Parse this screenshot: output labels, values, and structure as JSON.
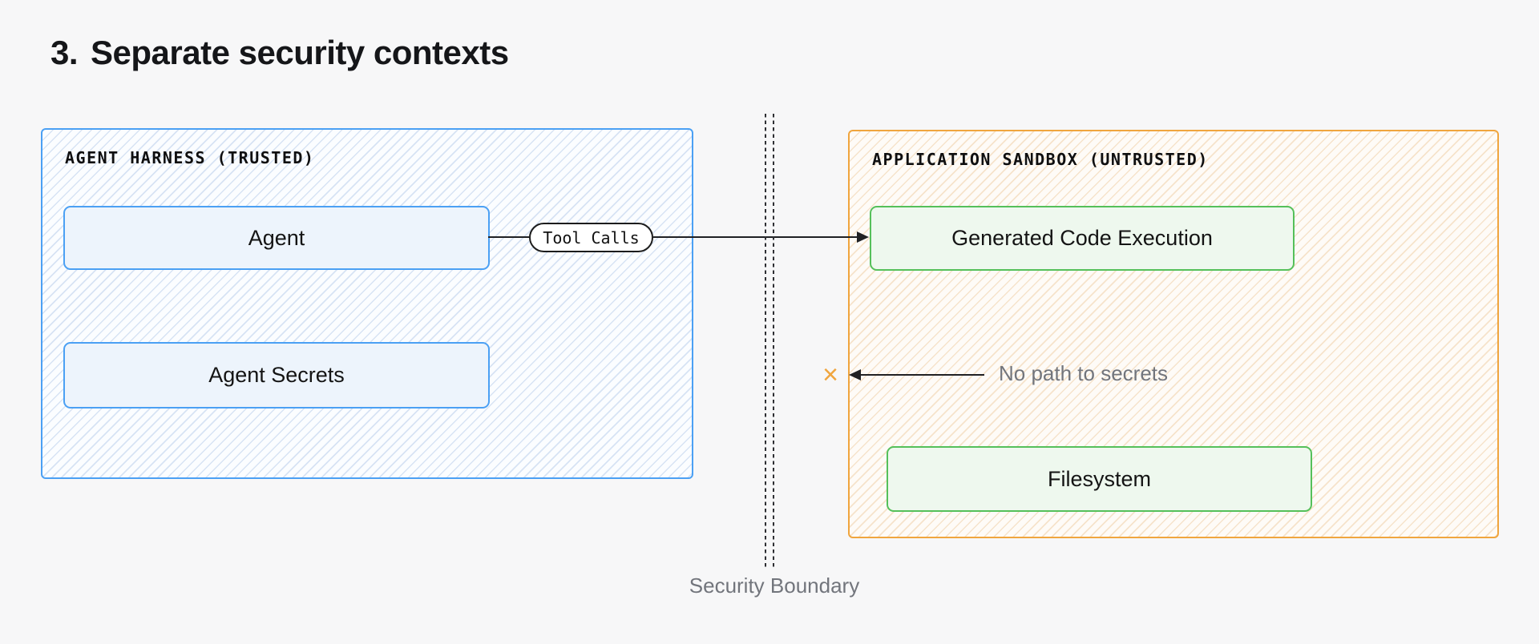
{
  "title": {
    "number": "3.",
    "text": "Separate security contexts"
  },
  "trusted_panel": {
    "header": "AGENT HARNESS (TRUSTED)",
    "boxes": [
      {
        "label": "Agent"
      },
      {
        "label": "Agent Secrets"
      }
    ]
  },
  "untrusted_panel": {
    "header": "APPLICATION SANDBOX (UNTRUSTED)",
    "boxes": [
      {
        "label": "Generated Code Execution"
      },
      {
        "label": "Filesystem"
      }
    ]
  },
  "connector": {
    "label": "Tool Calls"
  },
  "boundary": {
    "label": "Security Boundary"
  },
  "no_path": {
    "label": "No path to secrets",
    "x_mark": "×"
  },
  "colors": {
    "bg": "#f7f7f8",
    "ink": "#151619",
    "line": "#202124",
    "gray_text": "#72757c",
    "blue_border": "#4ba0f4",
    "blue_stripe": "#d7e3f4",
    "blue_base": "#fbfdff",
    "blue_fill": "#edf4fc",
    "orange_border": "#f0a53e",
    "orange_stripe": "#f6e3cb",
    "orange_base": "#fefbf7",
    "green_border": "#55c05a",
    "green_fill": "#eef8ee",
    "pill_border": "#1c1c1c",
    "pill_fill": "#ffffff",
    "x_color": "#f0a53e"
  }
}
